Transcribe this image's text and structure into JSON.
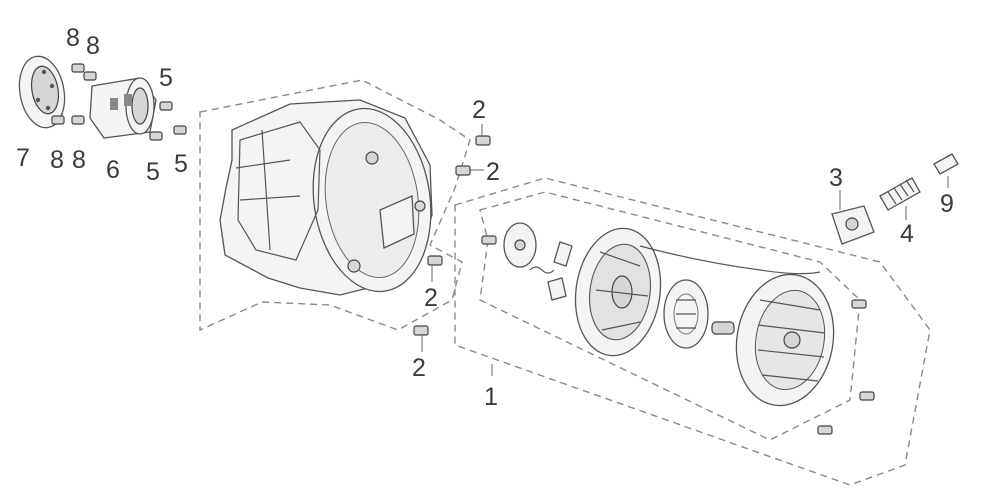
{
  "diagram": {
    "callouts": [
      {
        "id": "c1",
        "text": "1"
      },
      {
        "id": "c2a",
        "text": "2"
      },
      {
        "id": "c2b",
        "text": "2"
      },
      {
        "id": "c2c",
        "text": "2"
      },
      {
        "id": "c2d",
        "text": "2"
      },
      {
        "id": "c3",
        "text": "3"
      },
      {
        "id": "c4",
        "text": "4"
      },
      {
        "id": "c5a",
        "text": "5"
      },
      {
        "id": "c5b",
        "text": "5"
      },
      {
        "id": "c5c",
        "text": "5"
      },
      {
        "id": "c6",
        "text": "6"
      },
      {
        "id": "c7",
        "text": "7"
      },
      {
        "id": "c8a",
        "text": "8"
      },
      {
        "id": "c8b",
        "text": "8"
      },
      {
        "id": "c8c",
        "text": "8"
      },
      {
        "id": "c8d",
        "text": "8"
      },
      {
        "id": "c9",
        "text": "9"
      }
    ]
  }
}
